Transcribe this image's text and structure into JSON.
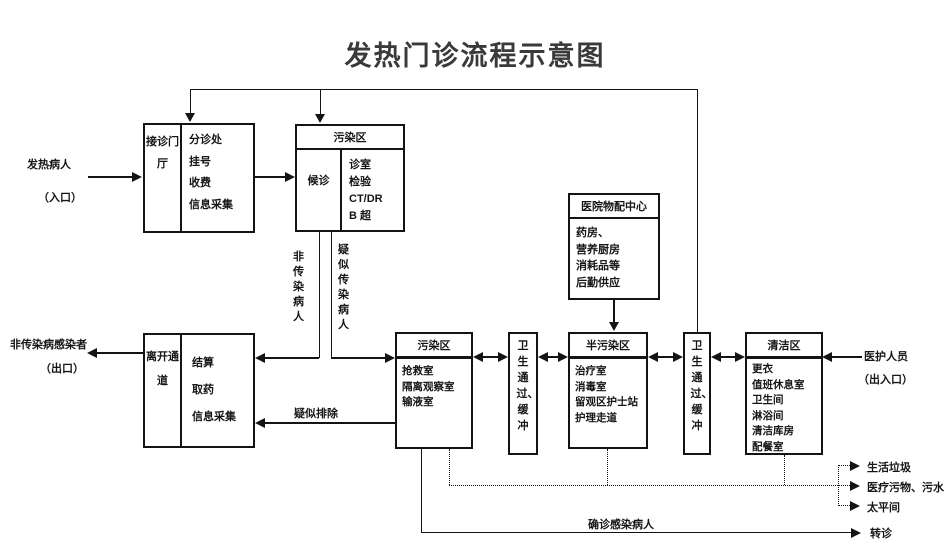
{
  "title": "发热门诊流程示意图",
  "colors": {
    "line": "#141414",
    "title": "#3a3a3a",
    "background": "#ffffff"
  },
  "nodes": {
    "reception": {
      "side_label": "接诊门厅",
      "items": [
        "分诊处",
        "挂号",
        "收费",
        "信息采集"
      ]
    },
    "contaminated_top": {
      "header": "污染区",
      "side_label": "候诊",
      "items": [
        "诊室",
        "检验",
        "CT/DR",
        "B 超"
      ]
    },
    "supply_center": {
      "header": "医院物配中心",
      "items": [
        "药房、",
        "营养厨房",
        "消耗品等",
        "后勤供应"
      ]
    },
    "leave_channel": {
      "side_label": "离开通道",
      "items": [
        "结算",
        "取药",
        "信息采集"
      ]
    },
    "contaminated_bottom": {
      "header": "污染区",
      "items": [
        "抢救室",
        "隔离观察室",
        "输液室"
      ]
    },
    "hygiene_pass_1": {
      "label": "卫生通过、缓冲"
    },
    "semi_contaminated": {
      "header": "半污染区",
      "items": [
        "治疗室",
        "消毒室",
        "留观区护士站",
        "护理走道"
      ]
    },
    "hygiene_pass_2": {
      "label": "卫生通过、缓冲"
    },
    "clean_area": {
      "header": "清洁区",
      "items": [
        "更衣",
        "值班休息室",
        "卫生间",
        "淋浴间",
        "清洁库房",
        "配餐室"
      ]
    }
  },
  "labels": {
    "fever_patient": "发热病人",
    "entrance": "（入口）",
    "non_infectious_out": "非传染病感染者",
    "exit": "（出口）",
    "non_infectious_patient": "非传染病人",
    "suspected_infectious_patient": "疑似传染病人",
    "suspected_excluded": "疑似排除",
    "medical_staff": "医护人员",
    "staff_entrance": "（出入口）",
    "household_garbage": "生活垃圾",
    "medical_waste": "医疗污物、污水",
    "mortuary": "太平间",
    "confirmed_infected": "确诊感染病人",
    "referral": "转诊"
  }
}
